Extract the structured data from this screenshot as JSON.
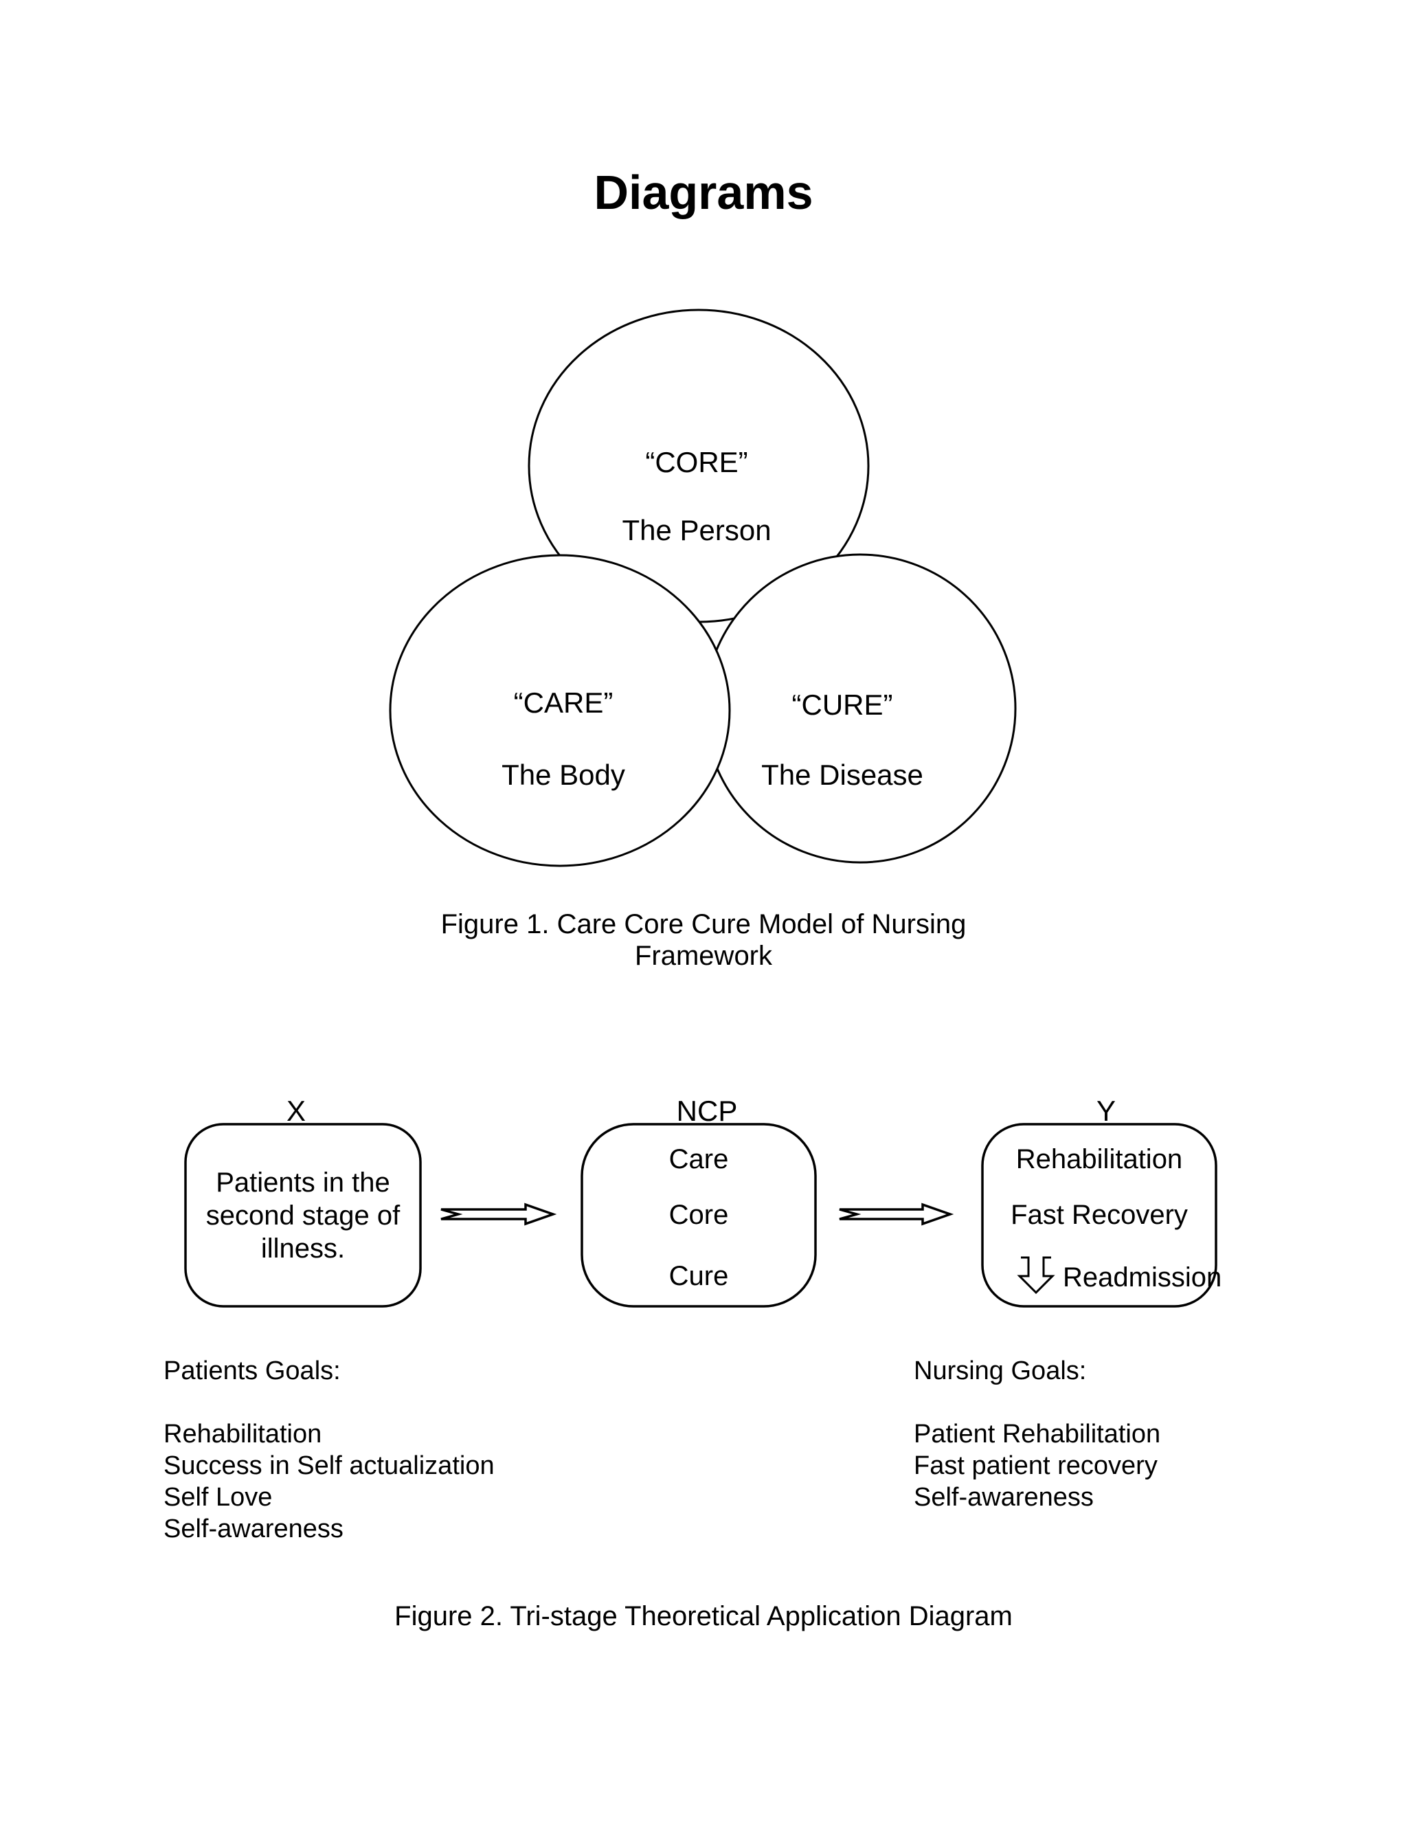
{
  "page": {
    "title": "Diagrams"
  },
  "colors": {
    "ink": "#000000",
    "paper": "#ffffff"
  },
  "figure1": {
    "circles": [
      {
        "id": "core",
        "quote_label": "“CORE”",
        "sub_label": "The Person"
      },
      {
        "id": "care",
        "quote_label": "“CARE”",
        "sub_label": "The Body"
      },
      {
        "id": "cure",
        "quote_label": "“CURE”",
        "sub_label": "The Disease"
      }
    ],
    "caption_line1": "Figure 1. Care Core Cure Model of Nursing",
    "caption_line2": "Framework"
  },
  "figure2": {
    "stages": [
      {
        "label": "X",
        "lines": [
          "Patients in the",
          "second stage of",
          "illness."
        ]
      },
      {
        "label": "NCP",
        "lines": [
          "Care",
          "Core",
          "Cure"
        ]
      },
      {
        "label": "Y",
        "lines": [
          "Rehabilitation",
          "Fast Recovery",
          "Readmission"
        ],
        "down_arrow_icon": "⇩"
      }
    ],
    "right_arrow_icon": "⇒",
    "patients_goals": {
      "heading": "Patients Goals:",
      "items": [
        "Rehabilitation",
        "Success in Self actualization",
        "Self Love",
        "Self-awareness"
      ]
    },
    "nursing_goals": {
      "heading": "Nursing Goals:",
      "items": [
        "Patient Rehabilitation",
        "Fast patient recovery",
        "Self-awareness"
      ]
    },
    "caption": "Figure 2. Tri-stage Theoretical Application Diagram"
  }
}
